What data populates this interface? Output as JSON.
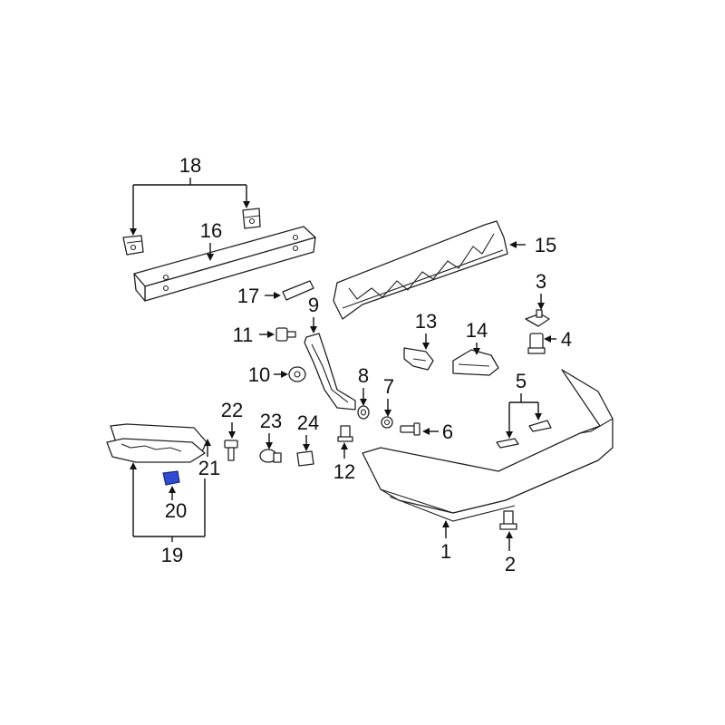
{
  "diagram": {
    "callouts": {
      "c1": "1",
      "c2": "2",
      "c3": "3",
      "c4": "4",
      "c5": "5",
      "c6": "6",
      "c7": "7",
      "c8": "8",
      "c9": "9",
      "c10": "10",
      "c11": "11",
      "c12": "12",
      "c13": "13",
      "c14": "14",
      "c15": "15",
      "c16": "16",
      "c17": "17",
      "c18": "18",
      "c19": "19",
      "c20": "20",
      "c21": "21",
      "c22": "22",
      "c23": "23",
      "c24": "24"
    },
    "highlight_color": "#2f4bd0",
    "highlighted_part": "20"
  }
}
